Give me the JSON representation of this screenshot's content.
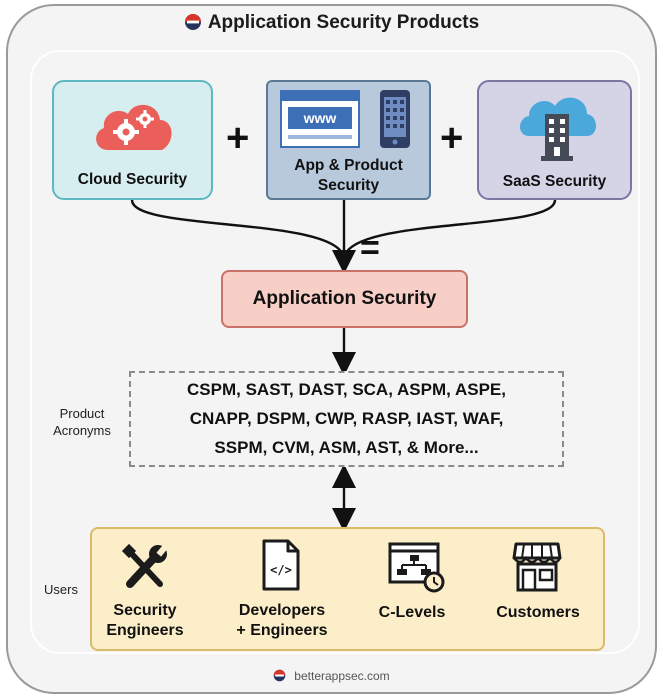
{
  "title": "Application Security Products",
  "top_row": {
    "cloud_label": "Cloud Security",
    "app_label_line1": "App & Product",
    "app_label_line2": "Security",
    "app_www": "www",
    "saas_label": "SaaS Security",
    "plus_symbol": "+",
    "equals_symbol": "="
  },
  "center": {
    "label": "Application Security"
  },
  "acronyms": {
    "side_label_line1": "Product",
    "side_label_line2": "Acronyms",
    "lines": [
      "CSPM, SAST, DAST, SCA, ASPM, ASPE,",
      "CNAPP, DSPM, CWP, RASP, IAST, WAF,",
      "SSPM, CVM, ASM, AST, & More..."
    ]
  },
  "users": {
    "side_label": "Users",
    "items": [
      {
        "line1": "Security",
        "line2": "Engineers",
        "icon": "tools-icon"
      },
      {
        "line1": "Developers",
        "line2": "+ Engineers",
        "icon": "code-file-icon"
      },
      {
        "line1": "C-Levels",
        "line2": "",
        "icon": "org-chart-icon"
      },
      {
        "line1": "Customers",
        "line2": "",
        "icon": "storefront-icon"
      }
    ]
  },
  "footer": "betterappsec.com",
  "colors": {
    "cloud_fill": "#d6eef0",
    "app_fill": "#b9c9dc",
    "saas_fill": "#d5d3e6",
    "appsec_fill": "#f7cfc6",
    "users_fill": "#fbeec8",
    "logo_red": "#d9342b",
    "logo_navy": "#24345c"
  }
}
